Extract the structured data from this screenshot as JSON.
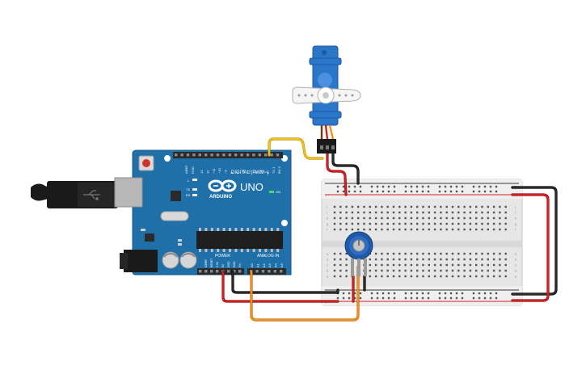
{
  "arduino": {
    "brand_text": "ARDUINO",
    "model_text": "UNO",
    "digital_header": "DIGITAL (PWM~)",
    "on_text": "ON",
    "power_header": "POWER",
    "analog_header": "ANALOG IN",
    "led_labels": [
      "L",
      "TX",
      "RX"
    ],
    "aref_text": "AREF",
    "gnd_text": "GND",
    "digital_pins": [
      "13",
      "12",
      "~11",
      "~10",
      "~9",
      "8",
      "7",
      "~6",
      "~5",
      "4",
      "~3",
      "2",
      "TX 1",
      "RX 0"
    ],
    "power_pins": [
      "IOREF",
      "RESET",
      "3.3V",
      "5V",
      "GND",
      "GND",
      "Vin"
    ],
    "analog_pins": [
      "A0",
      "A1",
      "A2",
      "A3",
      "A4",
      "A5"
    ]
  },
  "breadboard": {
    "row_letters_top": [
      "j",
      "i",
      "h",
      "g",
      "f"
    ],
    "row_letters_bottom": [
      "e",
      "d",
      "c",
      "b",
      "a"
    ],
    "plus": "+",
    "minus": "-"
  },
  "colors": {
    "board_blue": "#1f6fa8",
    "wire_red": "#d21f1f",
    "wire_black": "#1a1a1a",
    "wire_orange": "#f0911e",
    "wire_yellow": "#f2c318",
    "servo_blue": "#2a76c9",
    "pot_blue": "#1f5aa8"
  }
}
